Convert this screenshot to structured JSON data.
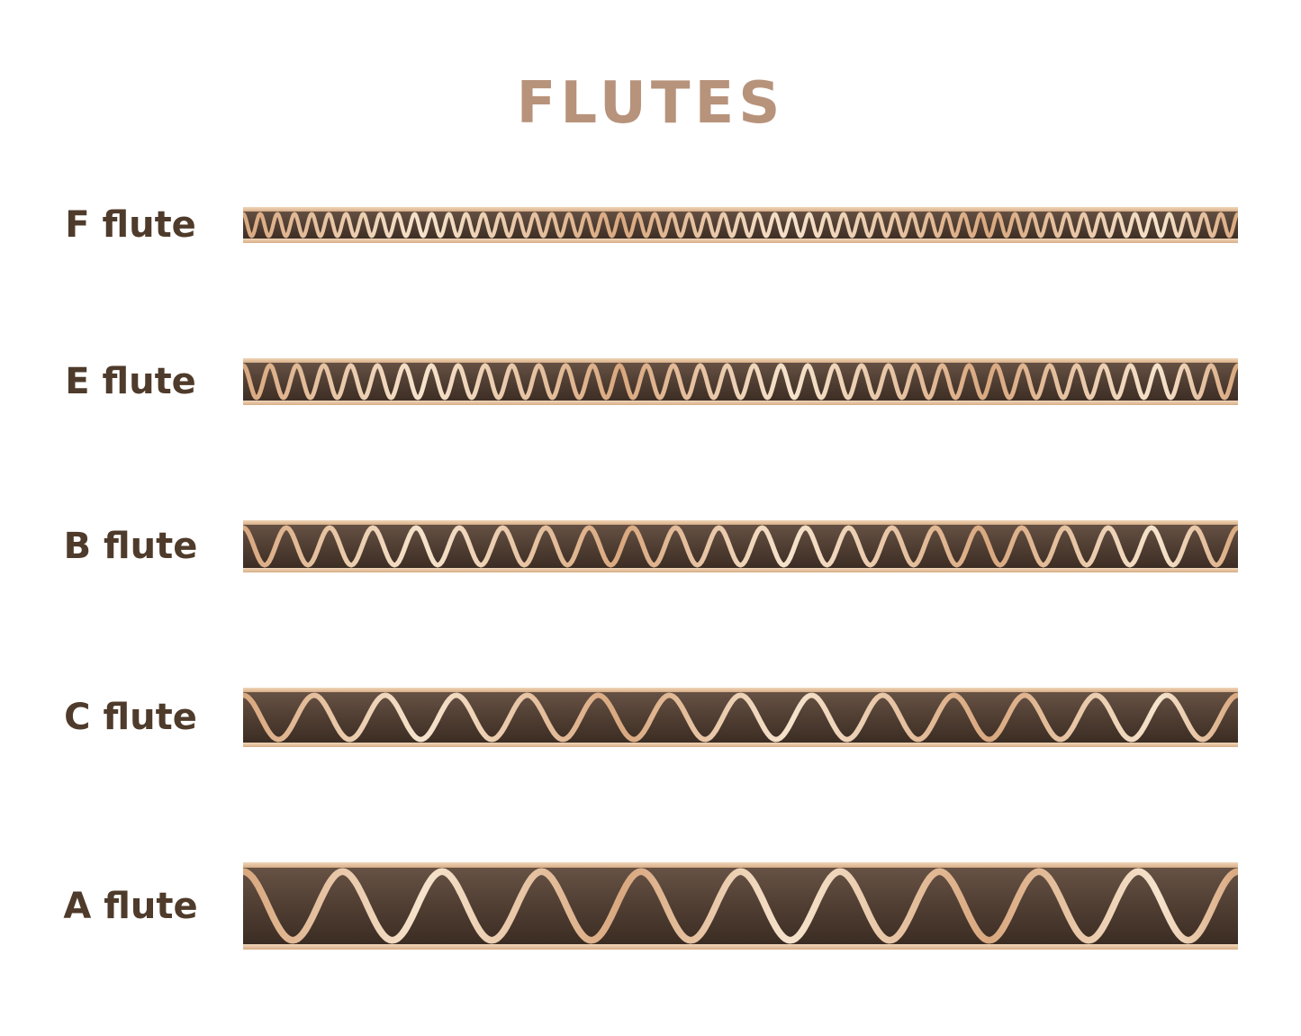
{
  "title": "FLUTES",
  "colors": {
    "title": "#b7937b",
    "label": "#4f3b2b",
    "strip_top": "#6a5547",
    "strip_mid": "#4e3c31",
    "strip_bottom": "#382a21",
    "wave_dark": "#d9a87f",
    "wave_light": "#f6e3cc",
    "liner_light": "#f0d6ba",
    "liner_dark": "#d8ad86"
  },
  "flutes": [
    {
      "name": "F flute",
      "strip_height": 40,
      "wave_periods": 58
    },
    {
      "name": "E flute",
      "strip_height": 52,
      "wave_periods": 37
    },
    {
      "name": "B flute",
      "strip_height": 58,
      "wave_periods": 23
    },
    {
      "name": "C flute",
      "strip_height": 66,
      "wave_periods": 14
    },
    {
      "name": "A flute",
      "strip_height": 97,
      "wave_periods": 10
    }
  ],
  "strip_width": 1105
}
